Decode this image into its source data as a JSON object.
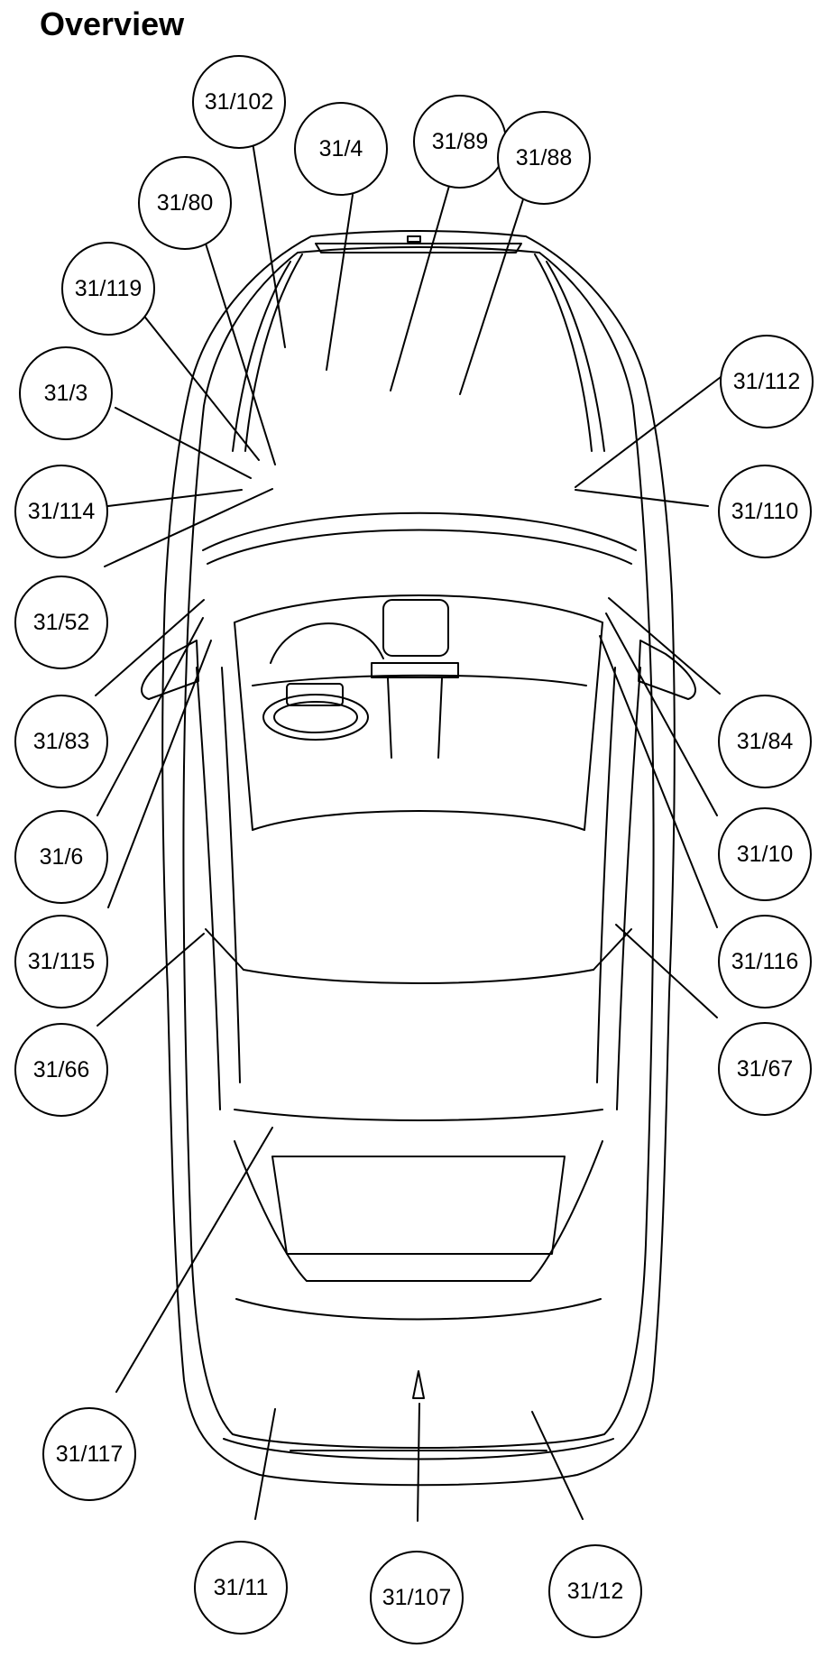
{
  "title": "Overview",
  "callouts": [
    {
      "id": "31/102"
    },
    {
      "id": "31/4"
    },
    {
      "id": "31/89"
    },
    {
      "id": "31/88"
    },
    {
      "id": "31/80"
    },
    {
      "id": "31/119"
    },
    {
      "id": "31/3"
    },
    {
      "id": "31/114"
    },
    {
      "id": "31/52"
    },
    {
      "id": "31/83"
    },
    {
      "id": "31/6"
    },
    {
      "id": "31/115"
    },
    {
      "id": "31/66"
    },
    {
      "id": "31/117"
    },
    {
      "id": "31/11"
    },
    {
      "id": "31/107"
    },
    {
      "id": "31/12"
    },
    {
      "id": "31/112"
    },
    {
      "id": "31/110"
    },
    {
      "id": "31/84"
    },
    {
      "id": "31/10"
    },
    {
      "id": "31/116"
    },
    {
      "id": "31/67"
    }
  ]
}
